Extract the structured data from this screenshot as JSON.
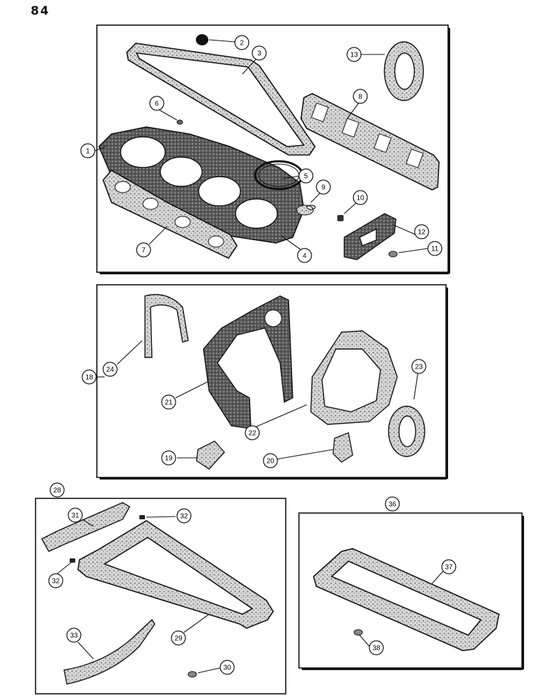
{
  "page_number": "84",
  "panels": [
    {
      "name": "top-panel",
      "set_callout": "1",
      "parts": [
        {
          "callout": "2",
          "name": "plug"
        },
        {
          "callout": "3",
          "name": "rocker-cover-gasket"
        },
        {
          "callout": "4",
          "name": "cylinder-head-gasket"
        },
        {
          "callout": "5",
          "name": "o-ring"
        },
        {
          "callout": "6",
          "name": "small-seal"
        },
        {
          "callout": "7",
          "name": "manifold-gasket"
        },
        {
          "callout": "8",
          "name": "manifold-gasket"
        },
        {
          "callout": "9",
          "name": "washer"
        },
        {
          "callout": "10",
          "name": "small-seal"
        },
        {
          "callout": "11",
          "name": "washer"
        },
        {
          "callout": "12",
          "name": "thermostat-housing-gasket"
        },
        {
          "callout": "13",
          "name": "round-gasket"
        }
      ]
    },
    {
      "name": "middle-panel",
      "set_callout": "18",
      "parts": [
        {
          "callout": "19",
          "name": "small-plate-gasket"
        },
        {
          "callout": "20",
          "name": "small-plate-gasket"
        },
        {
          "callout": "21",
          "name": "timing-cover-gasket"
        },
        {
          "callout": "22",
          "name": "water-pump-gasket"
        },
        {
          "callout": "23",
          "name": "round-gasket"
        },
        {
          "callout": "24",
          "name": "rear-seal-gasket"
        }
      ]
    },
    {
      "name": "lower-left-panel",
      "set_callout": "28",
      "parts": [
        {
          "callout": "29",
          "name": "oil-pan-gasket"
        },
        {
          "callout": "30",
          "name": "washer"
        },
        {
          "callout": "31",
          "name": "side-gasket"
        },
        {
          "callout": "32",
          "name": "plug"
        },
        {
          "callout": "32",
          "name": "plug"
        },
        {
          "callout": "33",
          "name": "curved-seal"
        }
      ]
    },
    {
      "name": "lower-right-panel",
      "set_callout": "36",
      "parts": [
        {
          "callout": "37",
          "name": "oil-pan-gasket"
        },
        {
          "callout": "38",
          "name": "washer"
        }
      ]
    }
  ]
}
